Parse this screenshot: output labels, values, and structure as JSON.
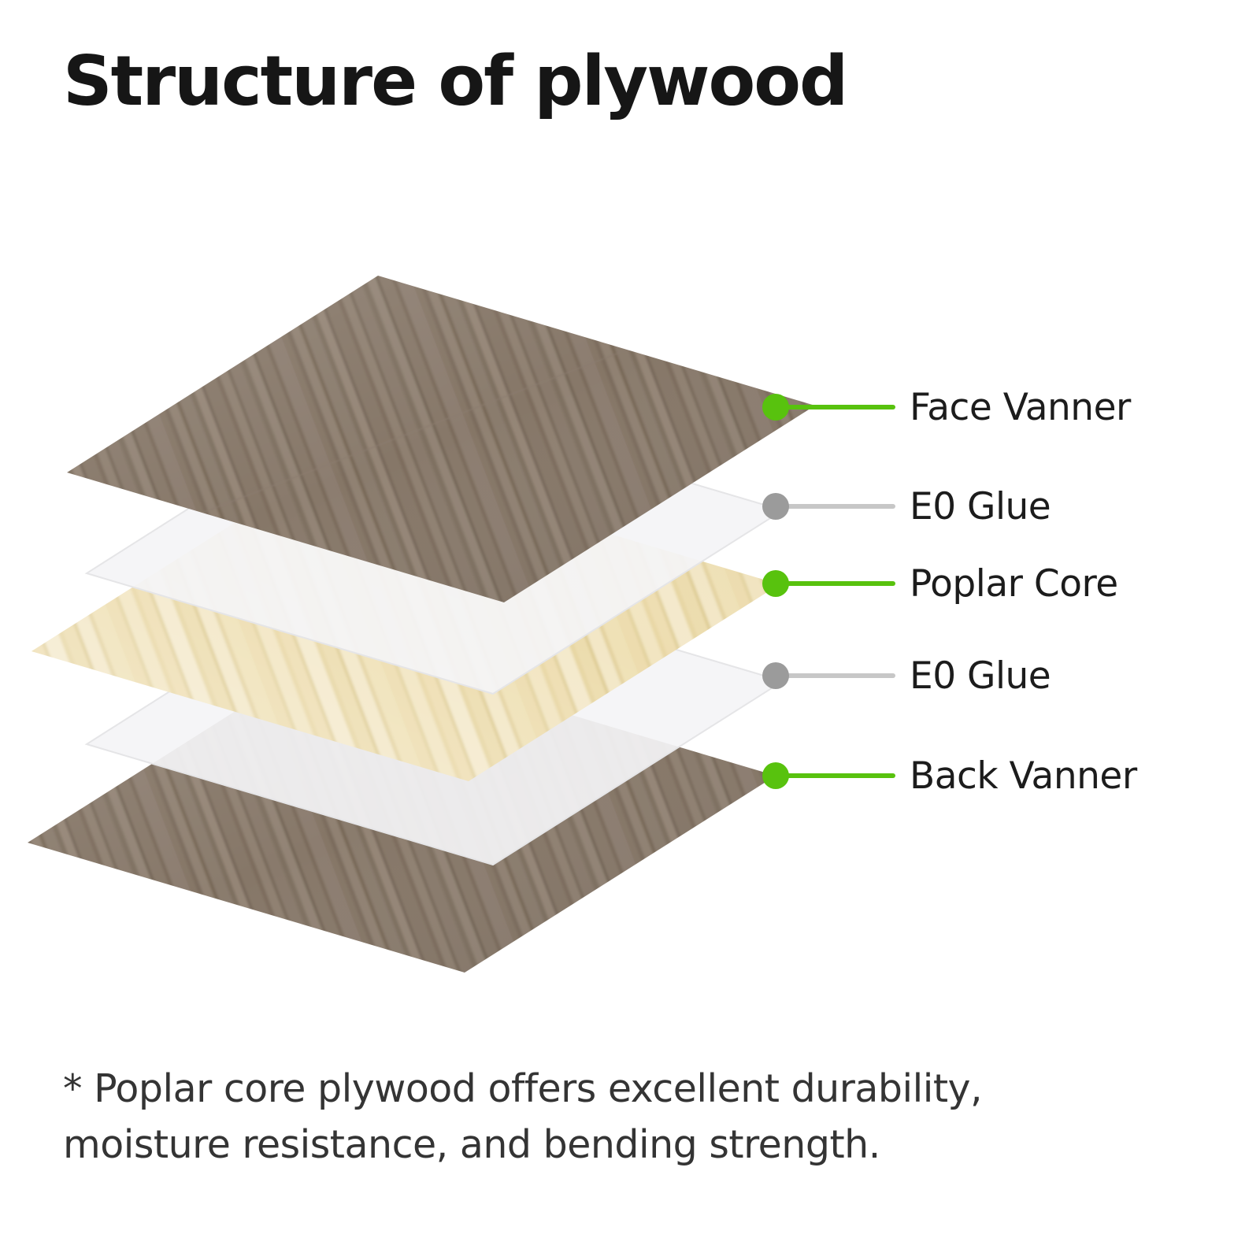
{
  "title": "Structure of plywood",
  "layers": [
    {
      "id": "face-veneer",
      "label": "Face Vanner"
    },
    {
      "id": "glue-top",
      "label": "E0 Glue"
    },
    {
      "id": "poplar-core",
      "label": "Poplar Core"
    },
    {
      "id": "glue-bottom",
      "label": "E0 Glue"
    },
    {
      "id": "back-veneer",
      "label": "Back Vanner"
    }
  ],
  "footer": {
    "line1": "* Poplar core plywood offers excellent durability,",
    "line2": "moisture resistance, and bending strength."
  },
  "colors": {
    "accent_green": "#58c20e",
    "glue_dot": "#9b9b9b",
    "glue_line": "#c7c7c7",
    "wood_base": "#8a7b6e",
    "poplar_base": "#eedfb2",
    "glue_fill": "#f4f4f6"
  }
}
